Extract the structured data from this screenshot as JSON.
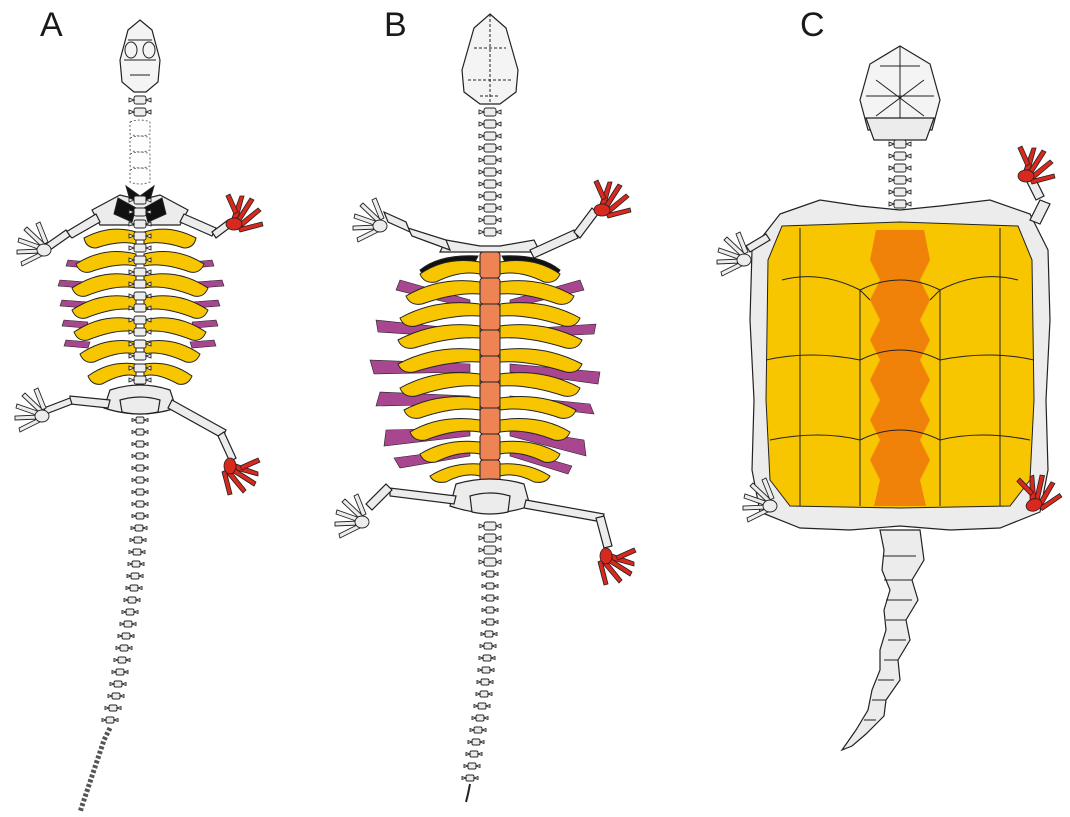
{
  "panels": [
    {
      "id": "A",
      "label": "A"
    },
    {
      "id": "B",
      "label": "B"
    },
    {
      "id": "C",
      "label": "C"
    }
  ],
  "colors": {
    "background": "#ffffff",
    "bone": "#ececec",
    "outline": "#222222",
    "rib_yellow": "#f7c600",
    "gastralia_purple": "#a8468f",
    "neural_orange": "#ee8354",
    "vertebral_orange": "#f0820a",
    "hand_red": "#d9281d",
    "girdle_black": "#111111"
  },
  "icons": {
    "hand": "red-hand-icon",
    "skull": "skull-icon"
  }
}
